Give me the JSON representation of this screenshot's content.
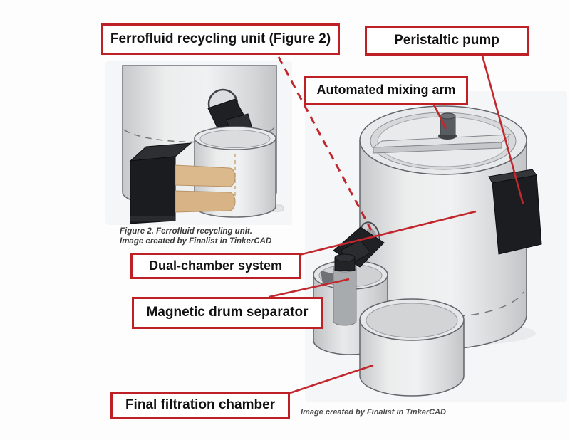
{
  "figure": {
    "labels": {
      "recycling_unit": "Ferrofluid recycling unit (Figure 2)",
      "peristaltic_pump": "Peristaltic pump",
      "mixing_arm": "Automated mixing arm",
      "dual_chamber": "Dual-chamber system",
      "drum_separator": "Magnetic drum separator",
      "filtration_chamber": "Final filtration chamber"
    },
    "captions": {
      "inset_line1": "Figure 2. Ferrofluid recycling unit.",
      "inset_line2": "Image created by Finalist in TinkerCAD",
      "main_credit": "Image created by Finalist in TinkerCAD"
    },
    "colors": {
      "callout_border": "#bf2026",
      "leader_line": "#c1272d",
      "metal_light": "#eceded",
      "metal_dark": "#c5c6c8",
      "black_part": "#1d1e20",
      "tube_tan": "#dcb98c",
      "render_background": "#f5f6f7"
    }
  }
}
